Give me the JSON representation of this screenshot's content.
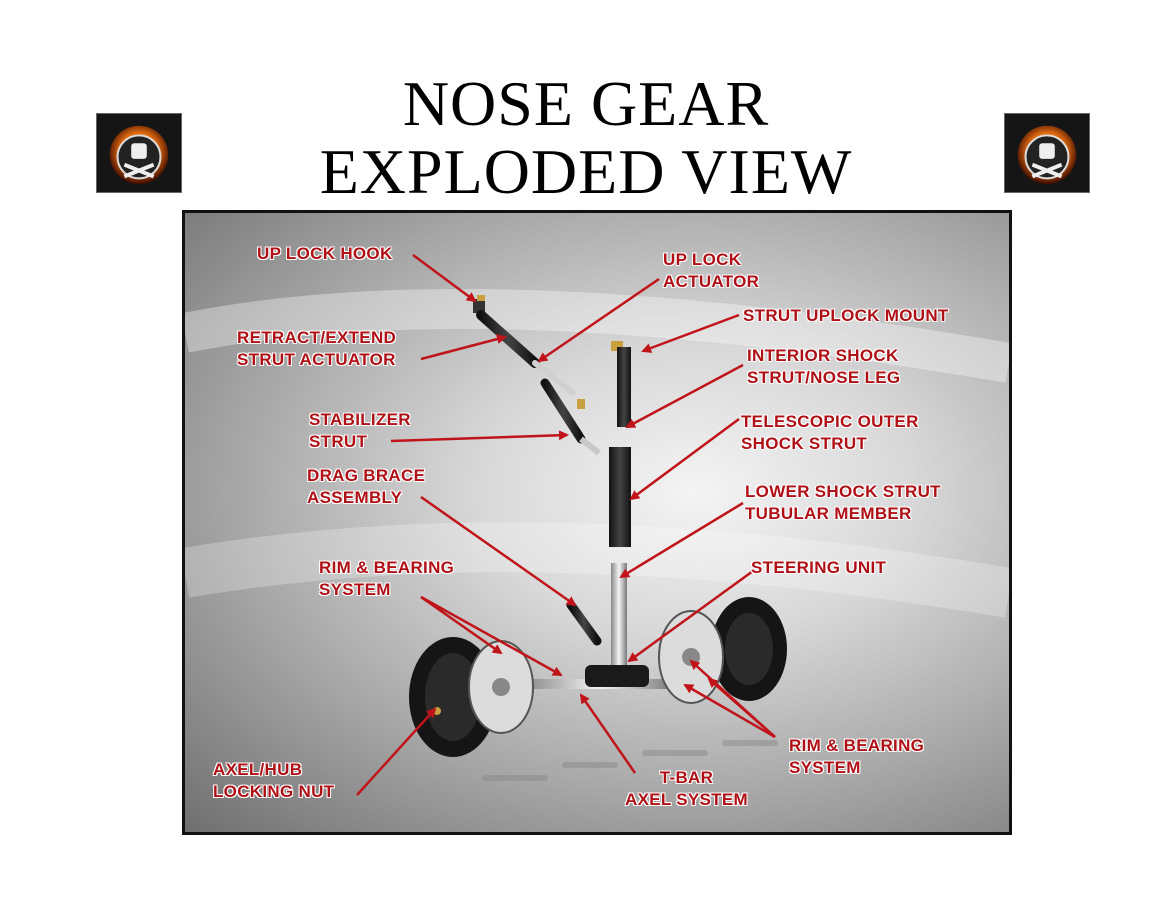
{
  "title": {
    "line1": "NOSE GEAR",
    "line2": "EXPLODED VIEW"
  },
  "logos": {
    "left": "bulldog-emblem",
    "right": "bulldog-emblem"
  },
  "colors": {
    "label": "#b01015",
    "arrow": "#c0141a"
  },
  "labels": {
    "up_lock_hook": "UP LOCK HOOK",
    "up_lock_actuator": "UP LOCK\nACTUATOR",
    "strut_uplock_mount": "STRUT UPLOCK MOUNT",
    "retract_extend": "RETRACT/EXTEND\nSTRUT ACTUATOR",
    "interior_shock": "INTERIOR SHOCK\nSTRUT/NOSE LEG",
    "stabilizer": "STABILIZER\nSTRUT",
    "telescopic": "TELESCOPIC OUTER\nSHOCK STRUT",
    "drag_brace": "DRAG BRACE\nASSEMBLY",
    "lower_shock": "LOWER SHOCK STRUT\nTUBULAR MEMBER",
    "rim_left": "RIM & BEARING\nSYSTEM",
    "steering": "STEERING UNIT",
    "rim_right": "RIM & BEARING\nSYSTEM",
    "axel_hub": "AXEL/HUB\nLOCKING NUT",
    "t_bar": "T-BAR\nAXEL SYSTEM"
  }
}
